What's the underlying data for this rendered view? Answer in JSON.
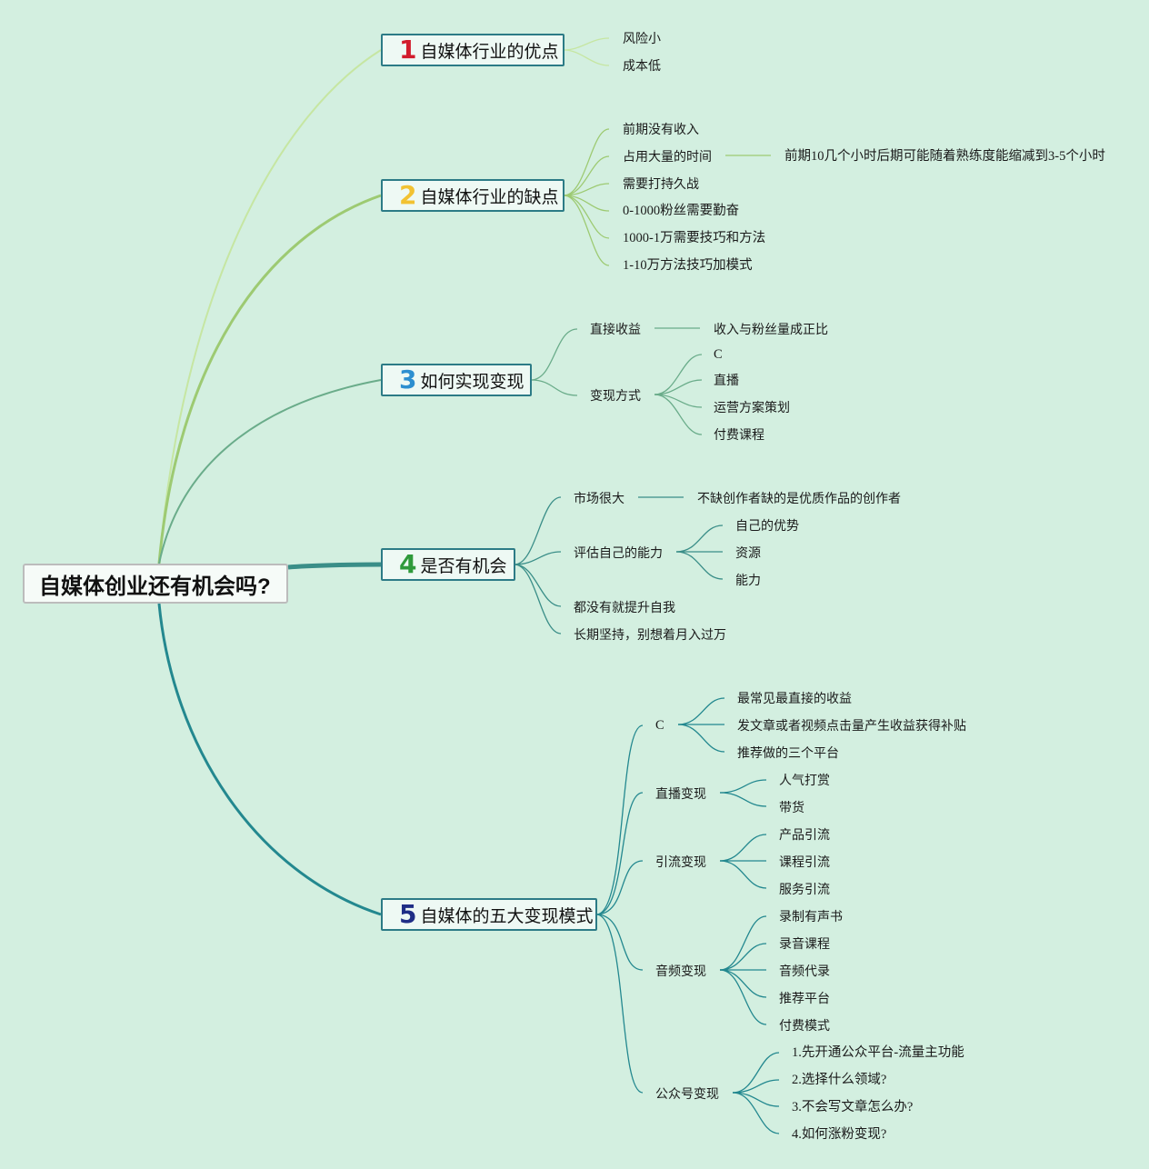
{
  "root": "自媒体创业还有机会吗?",
  "colors": {
    "background": "#d3efe0",
    "num1": "#d21c2c",
    "num2": "#f2c232",
    "num3": "#2d8fd0",
    "num4": "#2f9a3b",
    "num5": "#1f2e86",
    "branch1": "#c6e6a2",
    "branch2": "#9dca72",
    "branch3": "#6aac8a",
    "branch4": "#3a8e88",
    "branch5": "#23888f"
  },
  "topics": {
    "t1": {
      "num": "1",
      "label": "自媒体行业的优点"
    },
    "t2": {
      "num": "2",
      "label": "自媒体行业的缺点"
    },
    "t3": {
      "num": "3",
      "label": "如何实现变现"
    },
    "t4": {
      "num": "4",
      "label": "是否有机会"
    },
    "t5": {
      "num": "5",
      "label": "自媒体的五大变现模式"
    }
  },
  "t1": {
    "a": "风险小",
    "b": "成本低"
  },
  "t2": {
    "a": "前期没有收入",
    "b": "占用大量的时间",
    "b1": "前期10几个小时后期可能随着熟练度能缩减到3-5个小时",
    "c": "需要打持久战",
    "d": "0-1000粉丝需要勤奋",
    "e": "1000-1万需要技巧和方法",
    "f": "1-10万方法技巧加模式"
  },
  "t3": {
    "a": "直接收益",
    "a1": "收入与粉丝量成正比",
    "b": "变现方式",
    "b1": "C",
    "b2": "直播",
    "b3": "运营方案策划",
    "b4": "付费课程"
  },
  "t4": {
    "a": "市场很大",
    "a1": "不缺创作者缺的是优质作品的创作者",
    "b": "评估自己的能力",
    "b1": "自己的优势",
    "b2": "资源",
    "b3": "能力",
    "c": "都没有就提升自我",
    "d": "长期坚持，别想着月入过万"
  },
  "t5": {
    "a": "C",
    "a1": "最常见最直接的收益",
    "a2": "发文章或者视频点击量产生收益获得补贴",
    "a3": "推荐做的三个平台",
    "b": "直播变现",
    "b1": "人气打赏",
    "b2": "带货",
    "c": "引流变现",
    "c1": "产品引流",
    "c2": "课程引流",
    "c3": "服务引流",
    "d": "音频变现",
    "d1": "录制有声书",
    "d2": "录音课程",
    "d3": "音频代录",
    "d4": "推荐平台",
    "d5": "付费模式",
    "e": "公众号变现",
    "e1": "1.先开通公众平台-流量主功能",
    "e2": "2.选择什么领域?",
    "e3": "3.不会写文章怎么办?",
    "e4": "4.如何涨粉变现?"
  }
}
